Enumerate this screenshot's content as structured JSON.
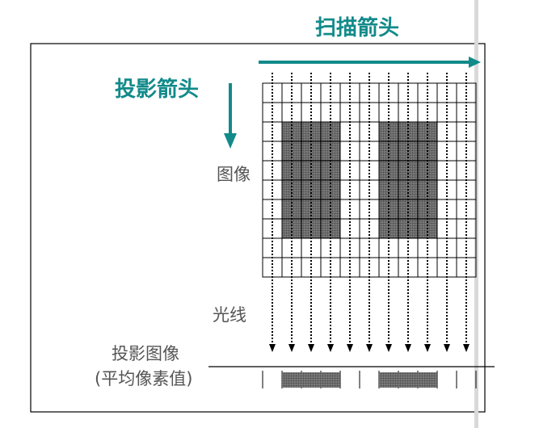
{
  "labels": {
    "scan_arrow": "扫描箭头",
    "projection_arrow": "投影箭头",
    "image": "图像",
    "rays": "光线",
    "projection_image": "投影图像",
    "average_pixel": "(平均像素值)"
  },
  "grid": {
    "columns": 11,
    "rows": 10
  },
  "dark_regions": [
    {
      "col_start": 1,
      "col_end": 3,
      "row_start": 2,
      "row_end": 7
    },
    {
      "col_start": 6,
      "col_end": 8,
      "row_start": 2,
      "row_end": 7
    }
  ],
  "projection_bars": [
    {
      "col_start": 1,
      "col_end": 3
    },
    {
      "col_start": 6,
      "col_end": 8
    }
  ],
  "colors": {
    "accent": "#128a8a",
    "dark_fill": "#6e6e6e",
    "label_gray": "#555555"
  }
}
